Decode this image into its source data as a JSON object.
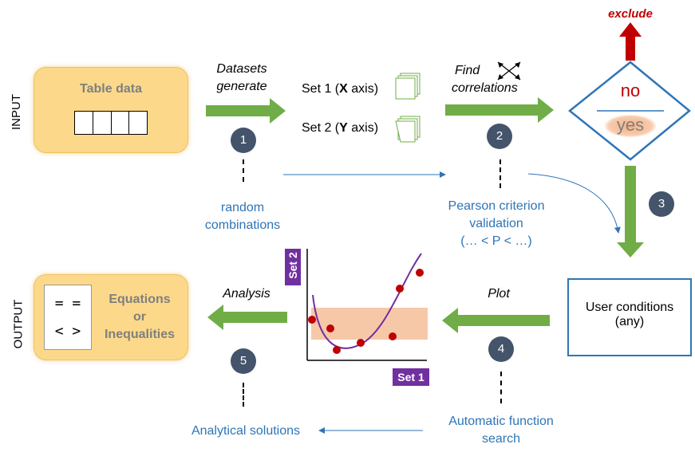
{
  "side_labels": {
    "input": "INPUT",
    "output": "OUTPUT"
  },
  "table_box": {
    "title": "Table data"
  },
  "step1": {
    "label_line1": "Datasets",
    "label_line2": "generate",
    "number": "1"
  },
  "sets": {
    "set1_prefix": "Set 1 (",
    "set1_axis": "X",
    "set1_suffix": " axis)",
    "set2_prefix": "Set 2 (",
    "set2_axis": "Y",
    "set2_suffix": " axis)"
  },
  "step2": {
    "label_line1": "Find",
    "label_line2": "correlations",
    "number": "2"
  },
  "decision": {
    "no": "no",
    "yes": "yes",
    "exclude": "exclude"
  },
  "step3": {
    "number": "3"
  },
  "random": {
    "line1": "random",
    "line2": "combinations"
  },
  "pearson": {
    "line1": "Pearson criterion",
    "line2": "validation",
    "line3": "(… < P < …)"
  },
  "user_conditions": {
    "line1": "User conditions",
    "line2": "(any)"
  },
  "step4": {
    "label": "Plot",
    "number": "4"
  },
  "plot": {
    "y_label": "Set 2",
    "x_label": "Set 1"
  },
  "step5": {
    "label": "Analysis",
    "number": "5"
  },
  "output_box": {
    "symbols_row1": "= =",
    "symbols_row2": "< >",
    "line1": "Equations",
    "line2": "or",
    "line3": "Inequalities"
  },
  "auto_search": {
    "line1": "Automatic function",
    "line2": "search"
  },
  "analytical": {
    "label": "Analytical solutions"
  },
  "colors": {
    "arrow_green": "#70ad47",
    "blue": "#2e75b6",
    "exclude_red": "#c00000",
    "circle": "#44546a",
    "purple": "#7030a0"
  }
}
